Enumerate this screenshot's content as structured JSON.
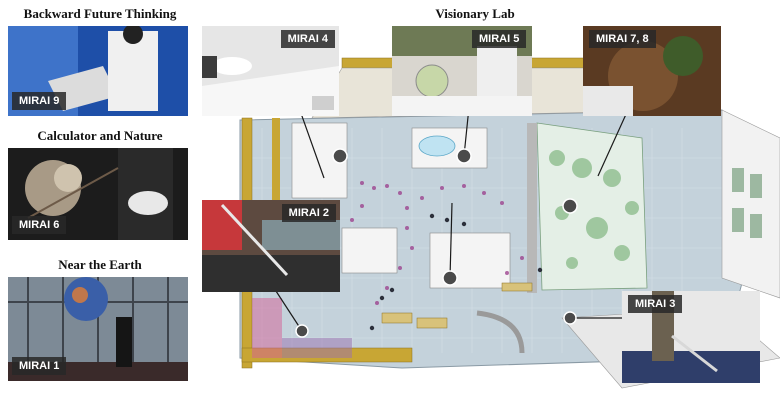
{
  "headings": {
    "backward_future_thinking": "Backward Future Thinking",
    "calculator_and_nature": "Calculator and Nature",
    "near_the_earth": "Near the Earth",
    "visionary_lab": "Visionary Lab"
  },
  "photo_tags": {
    "mirai9": "MIRAI 9",
    "mirai6": "MIRAI 6",
    "mirai1": "MIRAI 1",
    "mirai4": "MIRAI 4",
    "mirai5": "MIRAI 5",
    "mirai78": "MIRAI 7, 8",
    "mirai2": "MIRAI 2",
    "mirai3": "MIRAI 3"
  },
  "colors": {
    "floor": "#c4d2db",
    "wall": "#c8a634",
    "tag_bg": "#2a2a2a",
    "marker": "#4a4a4a",
    "path_dots": "#9a3a8a"
  }
}
